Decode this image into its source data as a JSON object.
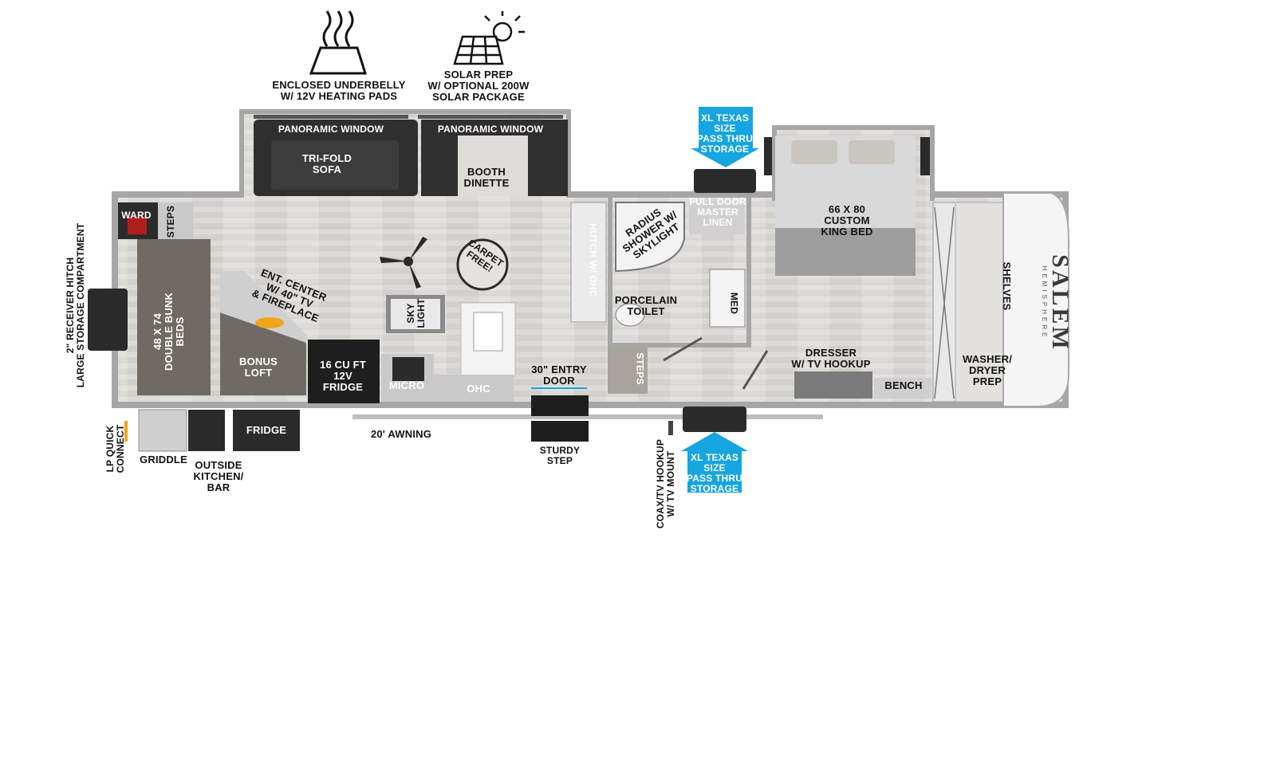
{
  "brand": {
    "name": "SALEM",
    "sub": "HEMISPHERE"
  },
  "features": {
    "underbelly": "ENCLOSED UNDERBELLY\nW/ 12V HEATING PADS",
    "solar": "SOLAR PREP\nW/ OPTIONAL 200W\nSOLAR PACKAGE"
  },
  "labels": {
    "panoramic_window_1": "PANORAMIC WINDOW",
    "panoramic_window_2": "PANORAMIC WINDOW",
    "sofa": "TRI-FOLD\nSOFA",
    "dinette": "BOOTH\nDINETTE",
    "storage_top": "XL TEXAS SIZE\nPASS THRU\nSTORAGE",
    "storage_bottom": "XL TEXAS SIZE\nPASS THRU\nSTORAGE",
    "linen": "FULL DOOR\nMASTER\nLINEN",
    "king_bed": "66 X  80\nCUSTOM\nKING BED",
    "ward": "WARD",
    "steps_front": "STEPS",
    "bunk": "48 X 74\nDOUBLE BUNK\nBEDS",
    "ent_center": "ENT. CENTER\nW/ 40\" TV\n& FIREPLACE",
    "carpet_free": "CARPET\nFREE!",
    "skylight": "SKY\nLIGHT",
    "hutch": "HUTCH W/ OHC",
    "shower": "RADIUS\nSHOWER W/\nSKYLIGHT",
    "med": "MED",
    "toilet": "PORCELAIN\nTOILET",
    "steps_rear": "STEPS",
    "bonus_loft": "BONUS\nLOFT",
    "fridge_inside": "16 CU FT\n12V\nFRIDGE",
    "micro": "MICRO",
    "ohc": "OHC",
    "entry_door": "30\" ENTRY\nDOOR",
    "dresser": "DRESSER\nW/ TV HOOKUP",
    "bench": "BENCH",
    "shelves": "SHELVES",
    "washer": "WASHER/\nDRYER\nPREP",
    "hitch": "2\" RECEIVER HITCH\nLARGE STORAGE COMPARTMENT",
    "lp": "LP QUICK\nCONNECT",
    "griddle": "GRIDDLE",
    "outside_kitchen": "OUTSIDE\nKITCHEN/\nBAR",
    "fridge_outside": "FRIDGE",
    "awning": "20' AWNING",
    "sturdy_step": "STURDY\nSTEP",
    "coax": "COAX/TV HOOKUP\nW/ TV MOUNT"
  },
  "colors": {
    "wall": "#9a9a9a",
    "floor": "#d8d6d2",
    "dark": "#2b2b2b",
    "bunk": "#6f6a63",
    "blue": "#15a5e0"
  }
}
